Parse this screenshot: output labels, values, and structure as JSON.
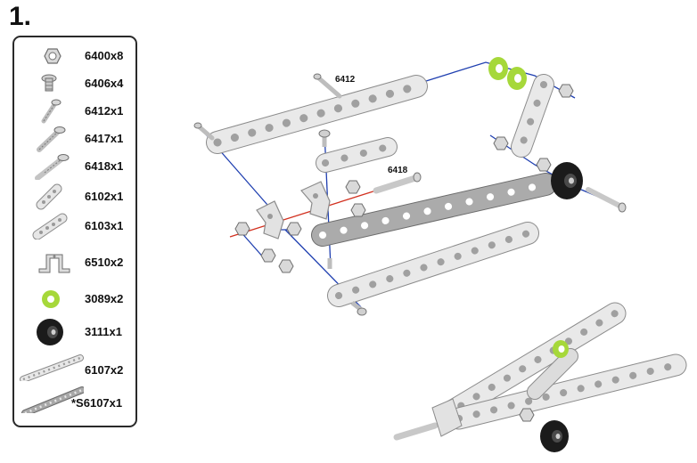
{
  "step": {
    "number": "1."
  },
  "parts_list": [
    {
      "icon": "hex-nut-icon",
      "code": "6400x8"
    },
    {
      "icon": "short-screw-icon",
      "code": "6406x4"
    },
    {
      "icon": "screw-icon",
      "code": "6412x1"
    },
    {
      "icon": "long-screw-icon",
      "code": "6417x1"
    },
    {
      "icon": "axle-screw-icon",
      "code": "6418x1"
    },
    {
      "icon": "short-strip-icon",
      "code": "6102x1"
    },
    {
      "icon": "strip-icon",
      "code": "6103x1"
    },
    {
      "icon": "bracket-icon",
      "code": "6510x2"
    },
    {
      "icon": "green-washer-icon",
      "code": "3089x2"
    },
    {
      "icon": "wheel-icon",
      "code": "3111x1"
    },
    {
      "icon": "long-strip-icon",
      "code": "6107x2"
    },
    {
      "icon": "long-strip-dark-icon",
      "code": "*S6107x1"
    }
  ],
  "callouts": {
    "screw_top": "6412",
    "axle": "6418"
  },
  "colors": {
    "metal": "#e6e6e6",
    "metal_edge": "#8c8c8c",
    "dark_strip": "#9a9a9a",
    "washer": "#a6d83a",
    "wheel": "#1b1b1b",
    "guide_blue": "#1f3fb0",
    "guide_red": "#d2301f"
  }
}
